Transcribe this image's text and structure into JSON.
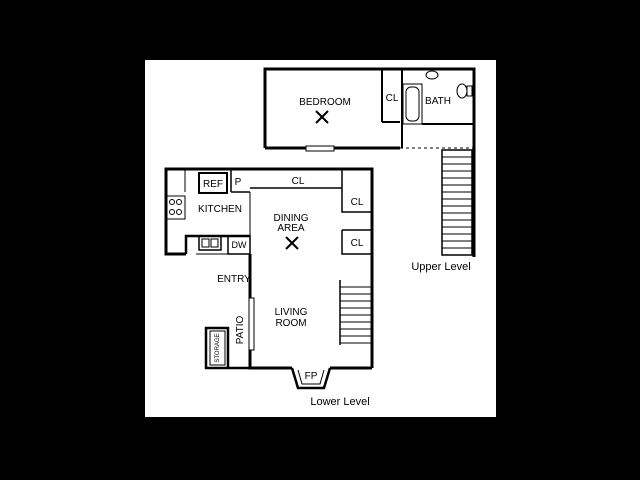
{
  "upper": {
    "bedroom": "BEDROOM",
    "closet": "CL",
    "bath": "BATH",
    "caption": "Upper Level"
  },
  "lower": {
    "ref": "REF",
    "pantry": "P",
    "closet_top": "CL",
    "kitchen": "KITCHEN",
    "dining_line1": "DINING",
    "dining_line2": "AREA",
    "closet_right1": "CL",
    "closet_right2": "CL",
    "dishwasher": "DW",
    "entry": "ENTRY",
    "living_line1": "LIVING",
    "living_line2": "ROOM",
    "patio": "PATIO",
    "storage": "STORAGE",
    "fireplace": "FP",
    "caption": "Lower Level"
  }
}
